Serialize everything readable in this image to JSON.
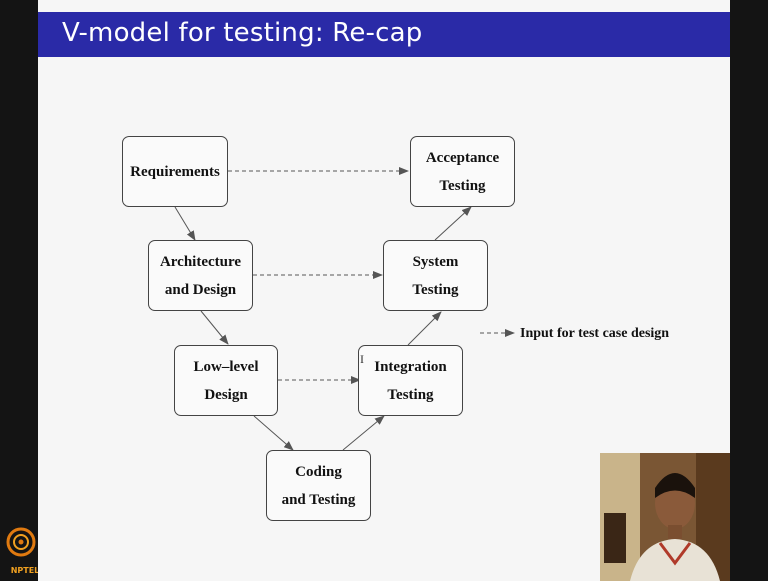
{
  "slide": {
    "title": "V-model for testing: Re-cap"
  },
  "diagram": {
    "requirements": "Requirements",
    "architecture": "Architecture\nand Design",
    "lowlevel": "Low–level\nDesign",
    "coding": "Coding\nand Testing",
    "integration": "Integration\nTesting",
    "system": "System\nTesting",
    "acceptance": "Acceptance\nTesting"
  },
  "legend": {
    "label": "Input for test case design"
  },
  "logo": {
    "text": "NPTEL"
  },
  "colors": {
    "title_bar": "#2a2aa7",
    "slide_bg": "#f6f6f6",
    "logo": "#f0a020"
  }
}
